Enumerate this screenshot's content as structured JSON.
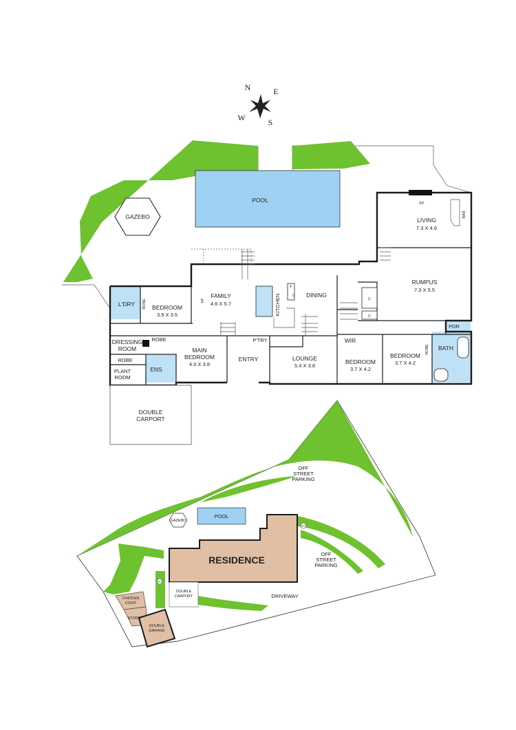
{
  "compass": {
    "n": "N",
    "e": "E",
    "s": "S",
    "w": "W"
  },
  "floorplan": {
    "pool": "POOL",
    "gazebo": "GAZEBO",
    "living": {
      "name": "LIVING",
      "size": "7.3 X 4.6"
    },
    "bar": "BAR",
    "fp": "FP",
    "rumpus": {
      "name": "RUMPUS",
      "size": "7.3 X 5.5"
    },
    "family": {
      "name": "FAMILY",
      "size": "4.6 X 5.7"
    },
    "dining": "DINING",
    "kitchen": "KITCHEN",
    "bedroom1": {
      "name": "BEDROOM",
      "size": "3.9 X 3.5"
    },
    "laundry": "L'DRY",
    "robe": "ROBE",
    "dressing_room": {
      "line1": "DRESSING",
      "line2": "ROOM"
    },
    "plant_room": {
      "line1": "PLANT",
      "line2": "ROOM"
    },
    "ens": "ENS",
    "main_bedroom": {
      "line1": "MAIN",
      "line2": "BEDROOM",
      "size": "4.0 X 3.8"
    },
    "entry": "ENTRY",
    "pantry": "P'TRY",
    "lounge": {
      "name": "LOUNGE",
      "size": "5.4 X 3.8"
    },
    "wir": "WIR",
    "bedroom2": {
      "name": "BEDROOM",
      "size": "3.7 X 4.2"
    },
    "bedroom3": {
      "name": "BEDROOM",
      "size": "3.7 X 4.2"
    },
    "bath": "BATH",
    "pdr": "PDR",
    "c": "C",
    "f": "F",
    "double_carport": {
      "line1": "DOUBLE",
      "line2": "CARPORT"
    }
  },
  "siteplan": {
    "residence": "RESIDENCE",
    "pool": "POOL",
    "gazebo": "GAZEBO",
    "off_street_parking_top": {
      "line1": "OFF",
      "line2": "STREET",
      "line3": "PARKING"
    },
    "off_street_parking_right": {
      "line1": "OFF",
      "line2": "STREET",
      "line3": "PARKING"
    },
    "driveway": "DRIVEWAY",
    "double_carport": {
      "line1": "DOUBLE",
      "line2": "CARPORT"
    },
    "chicken_coop": {
      "line1": "CHICKEN",
      "line2": "COOP"
    },
    "store": "STORE",
    "double_garage": {
      "line1": "DOUBLE",
      "line2": "GARAGE"
    },
    "wt": "WT"
  },
  "colors": {
    "lawn": "#6ec12f",
    "pool": "#9fd1f2",
    "wet": "#bfe1f6",
    "residence": "#e0bfa4",
    "wall": "#1a1a1a"
  }
}
